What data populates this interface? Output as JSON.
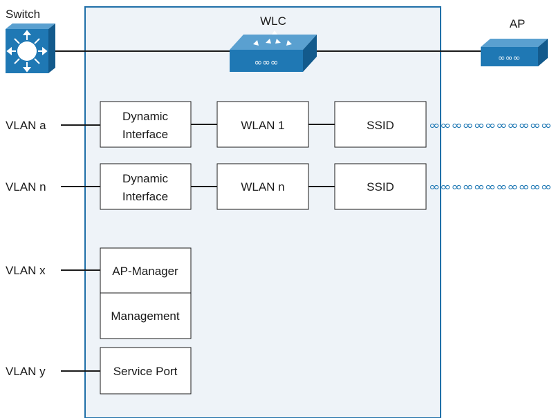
{
  "devices": {
    "switch_label": "Switch",
    "wlc_label": "WLC",
    "ap_label": "AP"
  },
  "vlans": {
    "a": "VLAN a",
    "n": "VLAN n",
    "x": "VLAN x",
    "y": "VLAN y"
  },
  "interfaces": {
    "dynamic_1": [
      "Dynamic",
      "Interface"
    ],
    "dynamic_2": [
      "Dynamic",
      "Interface"
    ],
    "ap_manager": "AP-Manager",
    "management": "Management",
    "service_port": "Service Port"
  },
  "wlans": {
    "wlan_1": "WLAN 1",
    "wlan_n": "WLAN n"
  },
  "ssids": {
    "ssid_1": "SSID",
    "ssid_2": "SSID"
  },
  "colors": {
    "wlc_panel_fill": "#eef3f8",
    "wlc_panel_border": "#1f6fa8",
    "device_blue": "#1f78b4",
    "line": "#1a1a1a"
  }
}
